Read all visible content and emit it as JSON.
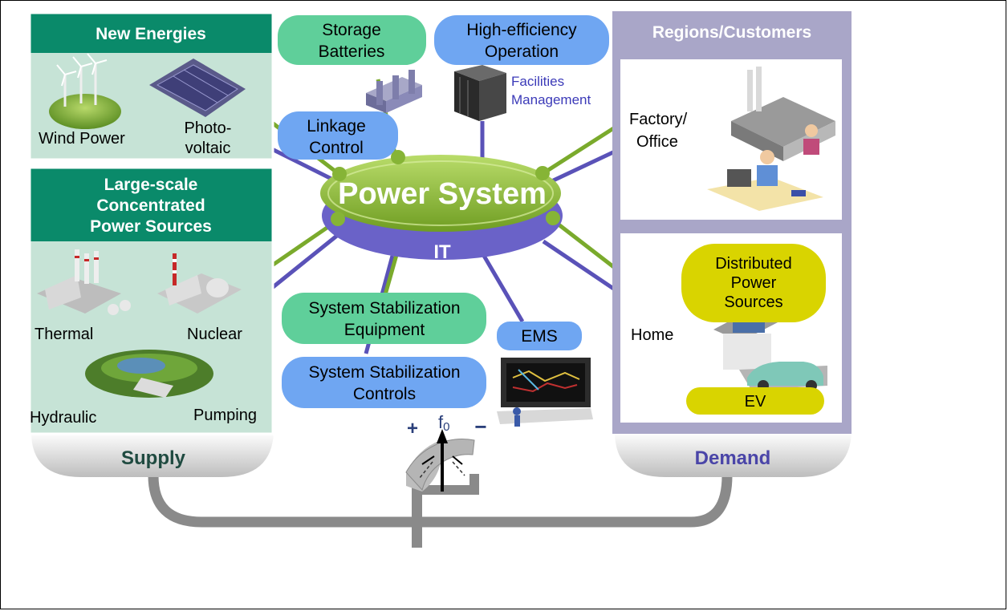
{
  "supply": {
    "new_energies": {
      "title": "New Energies",
      "wind": "Wind Power",
      "pv_line1": "Photo-",
      "pv_line2": "voltaic"
    },
    "large_scale": {
      "title_line1": "Large-scale",
      "title_line2": "Concentrated",
      "title_line3": "Power Sources",
      "thermal": "Thermal",
      "nuclear": "Nuclear",
      "hydraulic": "Hydraulic",
      "pumping": "Pumping"
    },
    "label": "Supply"
  },
  "demand": {
    "title": "Regions/Customers",
    "factory_line1": "Factory/",
    "factory_line2": "Office",
    "home": "Home",
    "dps_line1": "Distributed",
    "dps_line2": "Power",
    "dps_line3": "Sources",
    "ev": "EV",
    "label": "Demand"
  },
  "center": {
    "power_system": "Power System",
    "it": "IT",
    "storage_line1": "Storage",
    "storage_line2": "Batteries",
    "hieff_line1": "High-efficiency",
    "hieff_line2": "Operation",
    "facilities_line1": "Facilities",
    "facilities_line2": "Management",
    "linkage_line1": "Linkage",
    "linkage_line2": "Control",
    "sse_line1": "System Stabilization",
    "sse_line2": "Equipment",
    "ssc_line1": "System Stabilization",
    "ssc_line2": "Controls",
    "ems": "EMS"
  },
  "balance": {
    "plus": "+",
    "f0": "f",
    "f0_sub": "0",
    "minus": "−"
  },
  "colors": {
    "green_header": "#0a8a6a",
    "supply_bg": "#c6e3d6",
    "demand_frame": "#a9a6c8",
    "green_pill": "#5fcf9a",
    "blue_pill": "#6fa6f2",
    "yellow_pill": "#d9d400",
    "ring_green": "#86b436",
    "ring_purple": "#6a62c8",
    "line_green": "#7aaa2c",
    "line_purple": "#5a52b8",
    "supply_text": "#1f4a40",
    "demand_text": "#4a45a8",
    "facilities_text": "#3b3ab8"
  }
}
